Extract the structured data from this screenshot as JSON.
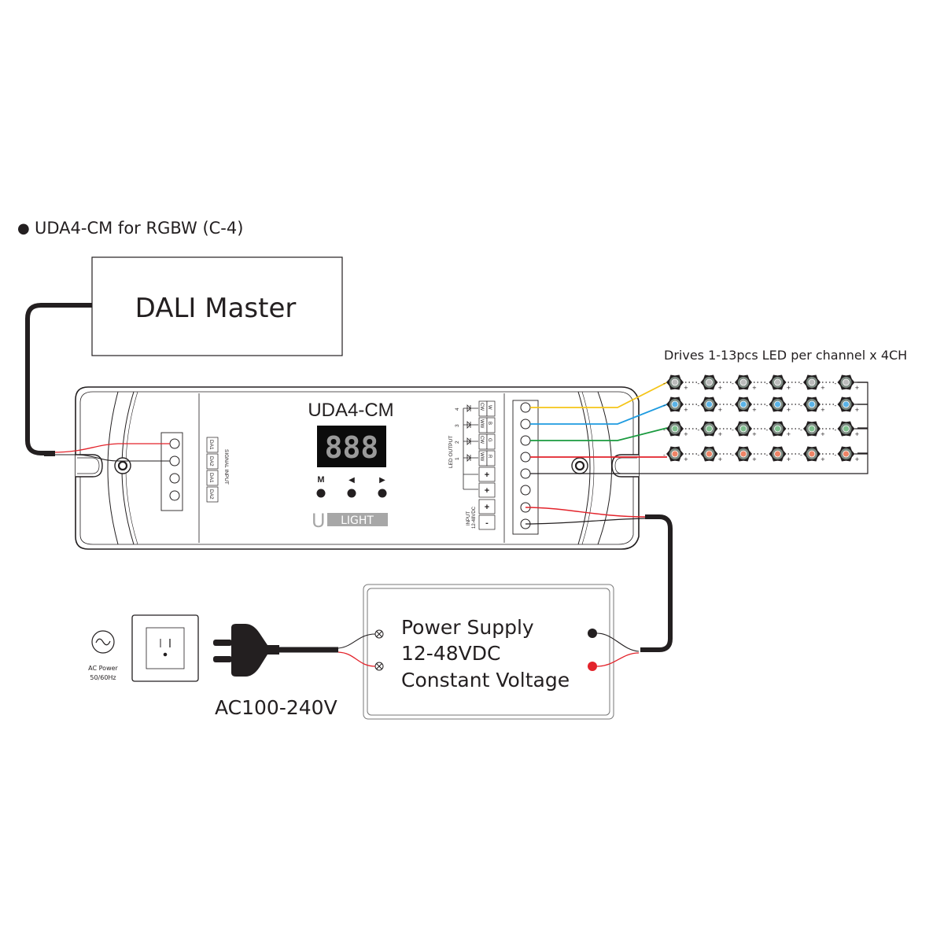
{
  "heading": {
    "bullet": "●",
    "text": "UDA4-CM for RGBW (C-4)"
  },
  "dali_master": {
    "label": "DALI Master"
  },
  "controller": {
    "model": "UDA4-CM",
    "display": "888",
    "buttons": [
      {
        "label": "M"
      },
      {
        "label": "◀"
      },
      {
        "label": "▶"
      }
    ],
    "brand": {
      "u": "U",
      "light": "LIGHT"
    },
    "signal_input": {
      "title": "SIGNAL INPUT",
      "terminals": [
        "DA1",
        "DA2",
        "DA1",
        "DA2"
      ]
    },
    "led_output": {
      "title": "LED OUTPUT",
      "channels": [
        {
          "num": "4",
          "top": "CW",
          "bottom": "W"
        },
        {
          "num": "3",
          "top": "WW",
          "bottom": "B"
        },
        {
          "num": "2",
          "top": "CW",
          "bottom": "G"
        },
        {
          "num": "1",
          "top": "WW",
          "bottom": "R"
        }
      ],
      "common": [
        "+",
        "+"
      ]
    },
    "input": {
      "title": "INPUT",
      "range": "12-48VDC",
      "plus": "+",
      "minus": "-"
    }
  },
  "leds": {
    "caption": "Drives 1-13pcs LED per channel x 4CH",
    "per_row": 6,
    "rows": [
      {
        "channel": "W",
        "wire_color": "#f5c518",
        "lens_color": "#bcbcbc"
      },
      {
        "channel": "B",
        "wire_color": "#1e9be0",
        "lens_color": "#5ab4e8"
      },
      {
        "channel": "G",
        "wire_color": "#1a9a3f",
        "lens_color": "#7fbf8e"
      },
      {
        "channel": "R",
        "wire_color": "#e3232b",
        "lens_color": "#ef8466"
      }
    ]
  },
  "power_supply": {
    "lines": [
      "Power Supply",
      "12-48VDC",
      "Constant Voltage"
    ]
  },
  "ac": {
    "source_label_1": "AC Power",
    "source_label_2": "50/60Hz",
    "voltage": "AC100-240V"
  },
  "colors": {
    "wire_red": "#e3232b",
    "wire_black": "#231f20",
    "cable": "#231f20",
    "outline": "#231f20",
    "display_bg": "#0b0b0b",
    "display_segments": "#9a9a9a",
    "brand_gray": "#a7a7a7"
  }
}
